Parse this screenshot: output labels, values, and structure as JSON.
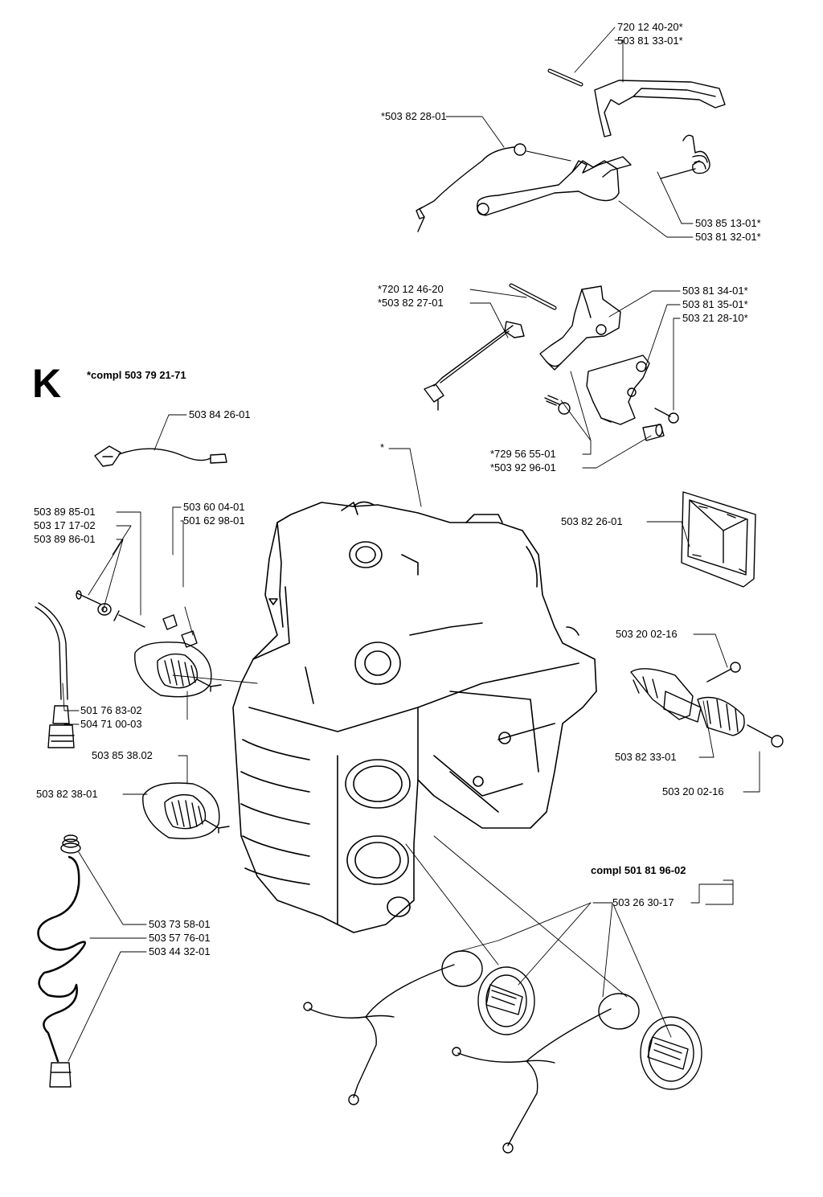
{
  "section": "K",
  "note_compl_k": "*compl 503 79 21-71",
  "note_compl_cap": "compl 501 81 96-02",
  "parts": {
    "p1": "720 12 40-20*",
    "p2": "503 81 33-01*",
    "p3": "*503 82 28-01",
    "p4": "503 85 13-01*",
    "p5": "503 81 32-01*",
    "p6": "*720 12 46-20",
    "p7": "*503 82 27-01",
    "p8": "503 81 34-01*",
    "p9": "503 81 35-01*",
    "p10": "503 21 28-10*",
    "p11": "503 84 26-01",
    "p12": "*729 56 55-01",
    "p13": "*503 92 96-01",
    "p14": "*",
    "p15": "503 89 85-01",
    "p16": "503 17 17-02",
    "p17": "503 89 86-01",
    "p18": "503 60 04-01",
    "p19": "501 62 98-01",
    "p20": "503 82 26-01",
    "p21": "503 20 02-16",
    "p22": "501 76 83-02",
    "p23": "504 71 00-03",
    "p24": "503 85 38.02",
    "p25": "503 82 33-01",
    "p26": "503 82 38-01",
    "p27": "503 20 02-16",
    "p28": "503 26 30-17",
    "p29": "503 73 58-01",
    "p30": "503 57 76-01",
    "p31": "503 44 32-01"
  }
}
